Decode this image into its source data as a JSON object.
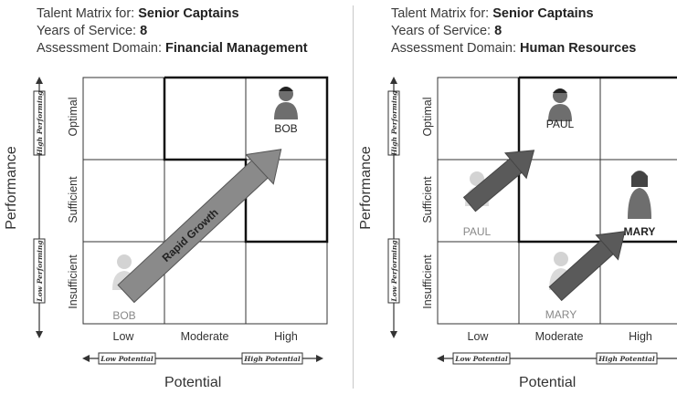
{
  "panels": [
    {
      "title_prefix": "Talent Matrix for: ",
      "title_value": "Senior Captains",
      "years_prefix": "Years of Service: ",
      "years_value": "8",
      "domain_prefix": "Assessment Domain: ",
      "domain_value": "Financial Management",
      "y_axis_label": "Performance",
      "x_axis_label": "Potential",
      "performance_levels": [
        "Optimal",
        "Sufficient",
        "Insufficient"
      ],
      "potential_levels": [
        "Low",
        "Moderate",
        "High"
      ],
      "high_performing_tag": "High Performing",
      "low_performing_tag": "Low Performing",
      "low_potential_tag": "Low Potential",
      "high_potential_tag": "High Potential",
      "people": [
        {
          "name": "BOB",
          "state": "current",
          "performance": "Optimal",
          "potential": "High"
        },
        {
          "name": "BOB",
          "state": "previous",
          "performance": "Insufficient",
          "potential": "Low"
        }
      ],
      "arrows": [
        {
          "label": "Rapid Growth",
          "from": "BOB previous",
          "to": "BOB current"
        }
      ]
    },
    {
      "title_prefix": "Talent Matrix for: ",
      "title_value": "Senior Captains",
      "years_prefix": "Years of Service: ",
      "years_value": "8",
      "domain_prefix": "Assessment Domain: ",
      "domain_value": "Human Resources",
      "y_axis_label": "Performance",
      "x_axis_label": "Potential",
      "performance_levels": [
        "Optimal",
        "Sufficient",
        "Insufficient"
      ],
      "potential_levels": [
        "Low",
        "Moderate",
        "High"
      ],
      "high_performing_tag": "High Performing",
      "low_performing_tag": "Low Performing",
      "low_potential_tag": "Low Potential",
      "high_potential_tag": "High Potential",
      "people": [
        {
          "name": "PAUL",
          "state": "current",
          "performance": "Optimal",
          "potential": "Moderate"
        },
        {
          "name": "PAUL",
          "state": "previous",
          "performance": "Sufficient",
          "potential": "Low"
        },
        {
          "name": "MARY",
          "state": "current",
          "performance": "Sufficient",
          "potential": "High"
        },
        {
          "name": "MARY",
          "state": "previous",
          "performance": "Insufficient",
          "potential": "Moderate"
        }
      ],
      "arrows": [
        {
          "label": "",
          "from": "PAUL previous",
          "to": "PAUL current"
        },
        {
          "label": "",
          "from": "MARY previous",
          "to": "MARY current"
        }
      ]
    }
  ],
  "colors": {
    "grid_line": "#333333",
    "highlight_border": "#111111",
    "arrow_fill": "#8a8a8a",
    "arrow_dark": "#555555",
    "person_current": "#6e6e6e",
    "person_previous": "#bdbdbd",
    "name_current": "#222222",
    "name_previous": "#888888"
  }
}
